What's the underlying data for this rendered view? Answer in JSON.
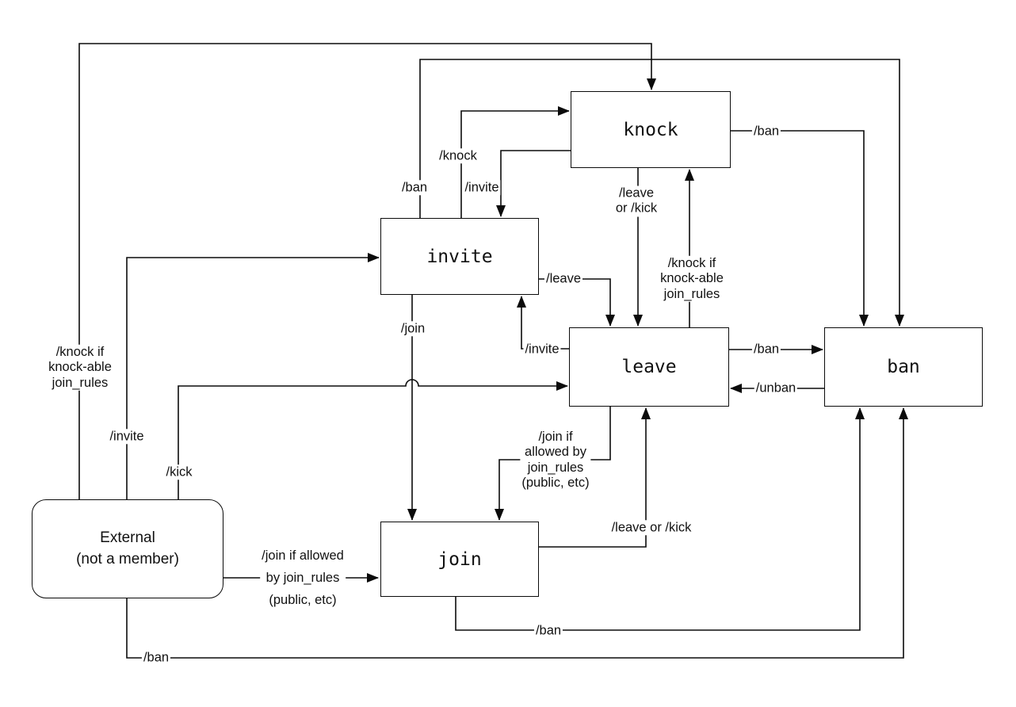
{
  "diagram": {
    "background": "#ffffff",
    "line_color": "#0b0b0b",
    "text_color": "#111111",
    "nodes": {
      "knock": "knock",
      "invite": "invite",
      "leave": "leave",
      "ban": "ban",
      "join": "join",
      "external": "External\n(not a member)"
    },
    "edge_labels": {
      "external_to_knock": "/knock if\nknock-able\njoin_rules",
      "external_to_invite": "/invite",
      "external_to_leave": "/kick",
      "external_to_join": "/join if allowed\nby join_rules\n(public, etc)",
      "external_to_ban": "/ban",
      "invite_to_knock": "/knock",
      "invite_to_ban": "/ban",
      "invite_to_leave": "/leave",
      "invite_to_join": "/join",
      "knock_to_invite": "/invite",
      "knock_to_leave": "/leave\nor /kick",
      "knock_to_ban": "/ban",
      "leave_to_knock": "/knock if\nknock-able\njoin_rules",
      "leave_to_invite": "/invite",
      "leave_to_ban": "/ban",
      "leave_to_join": "/join if\nallowed by\njoin_rules\n(public, etc)",
      "ban_to_leave": "/unban",
      "join_to_leave": "/leave or /kick",
      "join_to_ban": "/ban"
    }
  }
}
